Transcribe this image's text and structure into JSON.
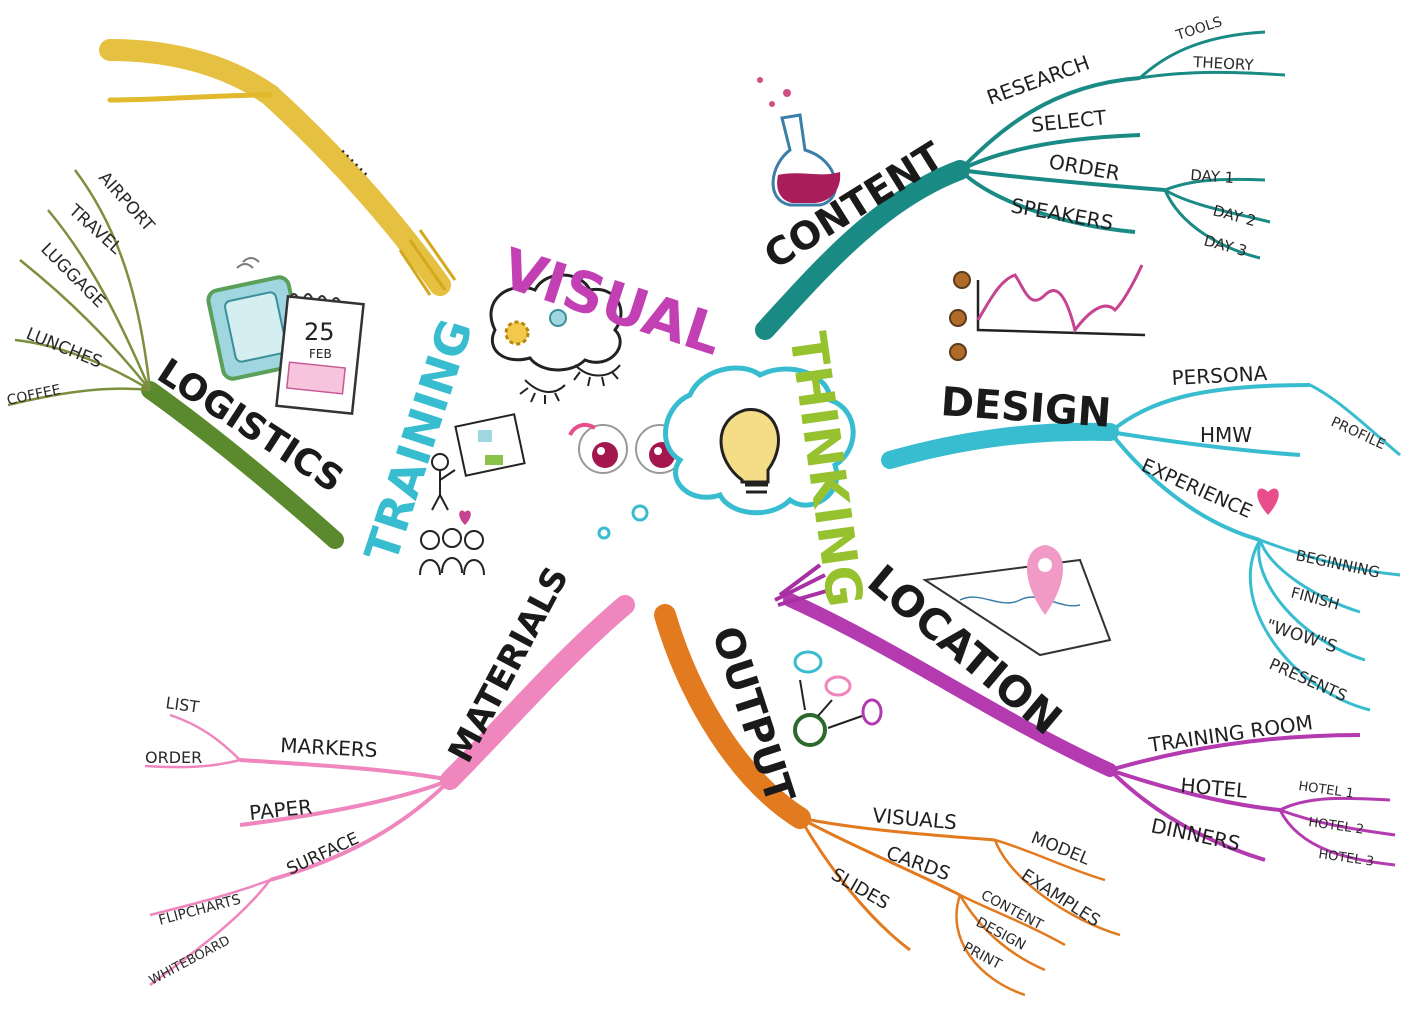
{
  "center": {
    "word1": "VISUAL",
    "word2": "THINKING",
    "word3": "TRAINING"
  },
  "calendar": {
    "day": "25",
    "month": "FEB"
  },
  "branches": {
    "content": {
      "label": "CONTENT",
      "color": "#1a8a85",
      "subs": {
        "research": "RESEARCH",
        "tools": "TOOLS",
        "theory": "THEORY",
        "select": "SELECT",
        "order": "ORDER",
        "day1": "DAY 1",
        "day2": "DAY 2",
        "day3": "DAY 3",
        "speakers": "SPEAKERS"
      }
    },
    "design": {
      "label": "DESIGN",
      "color": "#38bccf",
      "subs": {
        "persona": "PERSONA",
        "profile": "PROFILE",
        "hmw": "HMW",
        "experience": "EXPERIENCE",
        "beginning": "BEGINNING",
        "finish": "FINISH",
        "wows": "\"WOW\"S",
        "presents": "PRESENTS"
      }
    },
    "location": {
      "label": "LOCATION",
      "color": "#b43ab0",
      "subs": {
        "training_room": "TRAINING ROOM",
        "hotel": "HOTEL",
        "hotel1": "HOTEL 1",
        "hotel2": "HOTEL 2",
        "hotel3": "HOTEL 3",
        "dinners": "DINNERS"
      }
    },
    "output": {
      "label": "OUTPUT",
      "color": "#e27a1f",
      "subs": {
        "visuals": "VISUALS",
        "model": "MODEL",
        "examples": "EXAMPLES",
        "cards": "CARDS",
        "content": "CONTENT",
        "design": "DESIGN",
        "print": "PRINT",
        "slides": "SLIDES"
      }
    },
    "materials": {
      "label": "MATERIALS",
      "color": "#ef86bd",
      "subs": {
        "markers": "MARKERS",
        "list": "LIST",
        "order": "ORDER",
        "paper": "PAPER",
        "surface": "SURFACE",
        "flipcharts": "FLIPCHARTS",
        "whiteboard": "WHITEBOARD"
      }
    },
    "logistics": {
      "label": "LOGISTICS",
      "color": "#5b8a2e",
      "subs": {
        "airport": "AIRPORT",
        "travel": "TRAVEL",
        "luggage": "LUGGAGE",
        "lunches": "LUNCHES",
        "coffee": "COFFEE"
      }
    },
    "unnamed": {
      "label": "......",
      "color": "#e2b92c"
    }
  }
}
